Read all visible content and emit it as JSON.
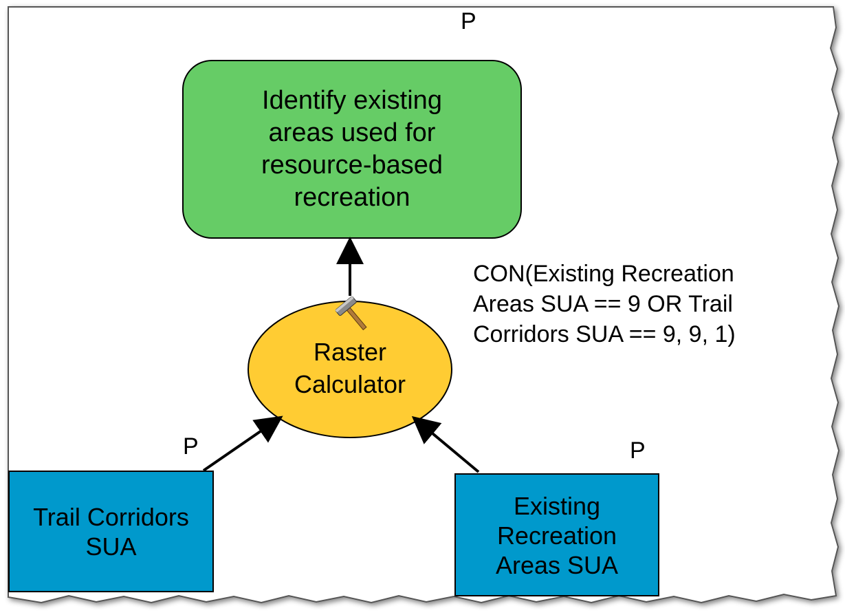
{
  "diagram": {
    "output_node": {
      "label": "Identify existing\nareas used for\nresource-based\nrecreation",
      "param_marker": "P",
      "color": "#66cc66"
    },
    "tool_node": {
      "label": "Raster\nCalculator",
      "icon": "hammer-icon",
      "color": "#ffcc33"
    },
    "input_nodes": [
      {
        "label": "Trail Corridors\nSUA",
        "param_marker": "P",
        "color": "#0099cc"
      },
      {
        "label": "Existing\nRecreation\nAreas SUA",
        "param_marker": "P",
        "color": "#0099cc"
      }
    ],
    "expression": "CON(Existing Recreation\nAreas SUA == 9 OR Trail\nCorridors SUA == 9, 9, 1)"
  }
}
